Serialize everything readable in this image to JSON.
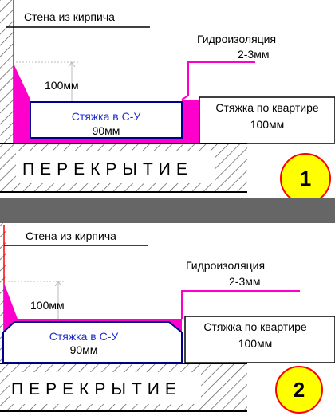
{
  "colors": {
    "hydro": "#ff00cc",
    "wall": "#ff0000",
    "divider": "#666666",
    "badge_fill": "#ffff00",
    "badge_stroke": "#ff0000",
    "blue_text": "#1f2fd0"
  },
  "panel1": {
    "wall_label": "Стена из кирпича",
    "hydro_label_1": "Гидроизоляция",
    "hydro_label_2": "2-3мм",
    "dim_label": "100мм",
    "su_label_1": "Стяжка в С-У",
    "su_label_2": "90мм",
    "flat_label_1": "Стяжка по квартире",
    "flat_label_2": "100мм",
    "slab_label": "ПЕРЕКРЫТИЕ",
    "number": "1"
  },
  "panel2": {
    "wall_label": "Стена из кирпича",
    "hydro_label_1": "Гидроизоляция",
    "hydro_label_2": "2-3мм",
    "dim_label": "100мм",
    "su_label_1": "Стяжка в С-У",
    "su_label_2": "90мм",
    "flat_label_1": "Стяжка по квартире",
    "flat_label_2": "100мм",
    "slab_label": "ПЕРЕКРЫТИЕ",
    "number": "2"
  }
}
